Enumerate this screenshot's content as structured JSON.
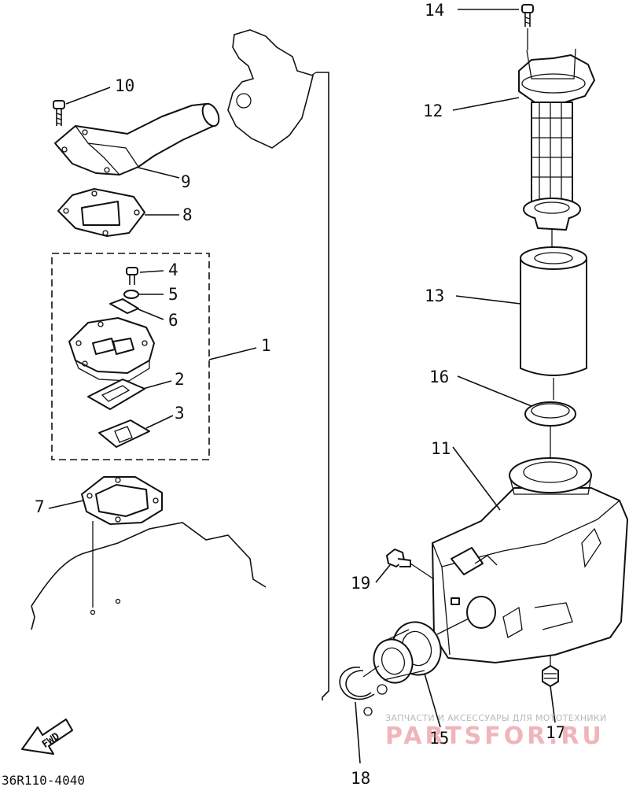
{
  "part_labels": {
    "p1": "1",
    "p2": "2",
    "p3": "3",
    "p4": "4",
    "p5": "5",
    "p6": "6",
    "p7": "7",
    "p8": "8",
    "p9": "9",
    "p10": "10",
    "p11": "11",
    "p12": "12",
    "p13": "13",
    "p14": "14",
    "p15": "15",
    "p16": "16",
    "p17": "17",
    "p18": "18",
    "p19": "19"
  },
  "direction_marker": "FWD",
  "drawing_code": "36R110-4040",
  "watermark": {
    "caption": "ЗАПЧАСТИ И АКСЕССУАРЫ ДЛЯ МОТОТЕХНИКИ",
    "brand": "PARTSFOR.RU"
  },
  "colors": {
    "ink": "#111111",
    "background": "#ffffff",
    "watermark": "#e07884"
  }
}
